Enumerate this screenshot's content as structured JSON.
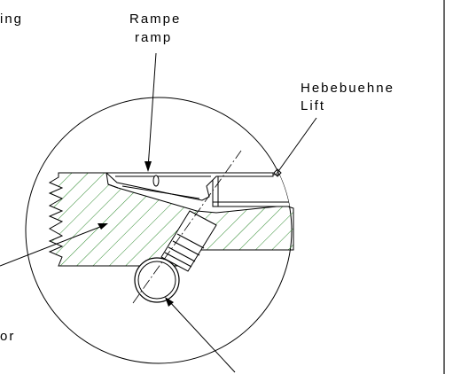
{
  "labels": {
    "top_left_fragment": "ing",
    "ramp_de": "Rampe",
    "ramp_en": "ramp",
    "lift_de": "Hebebuehne",
    "lift_en": "Lift",
    "bottom_left_fragment": "or"
  },
  "colors": {
    "line": "#000000",
    "hatch": "#2e8b2e",
    "background": "#ffffff"
  }
}
